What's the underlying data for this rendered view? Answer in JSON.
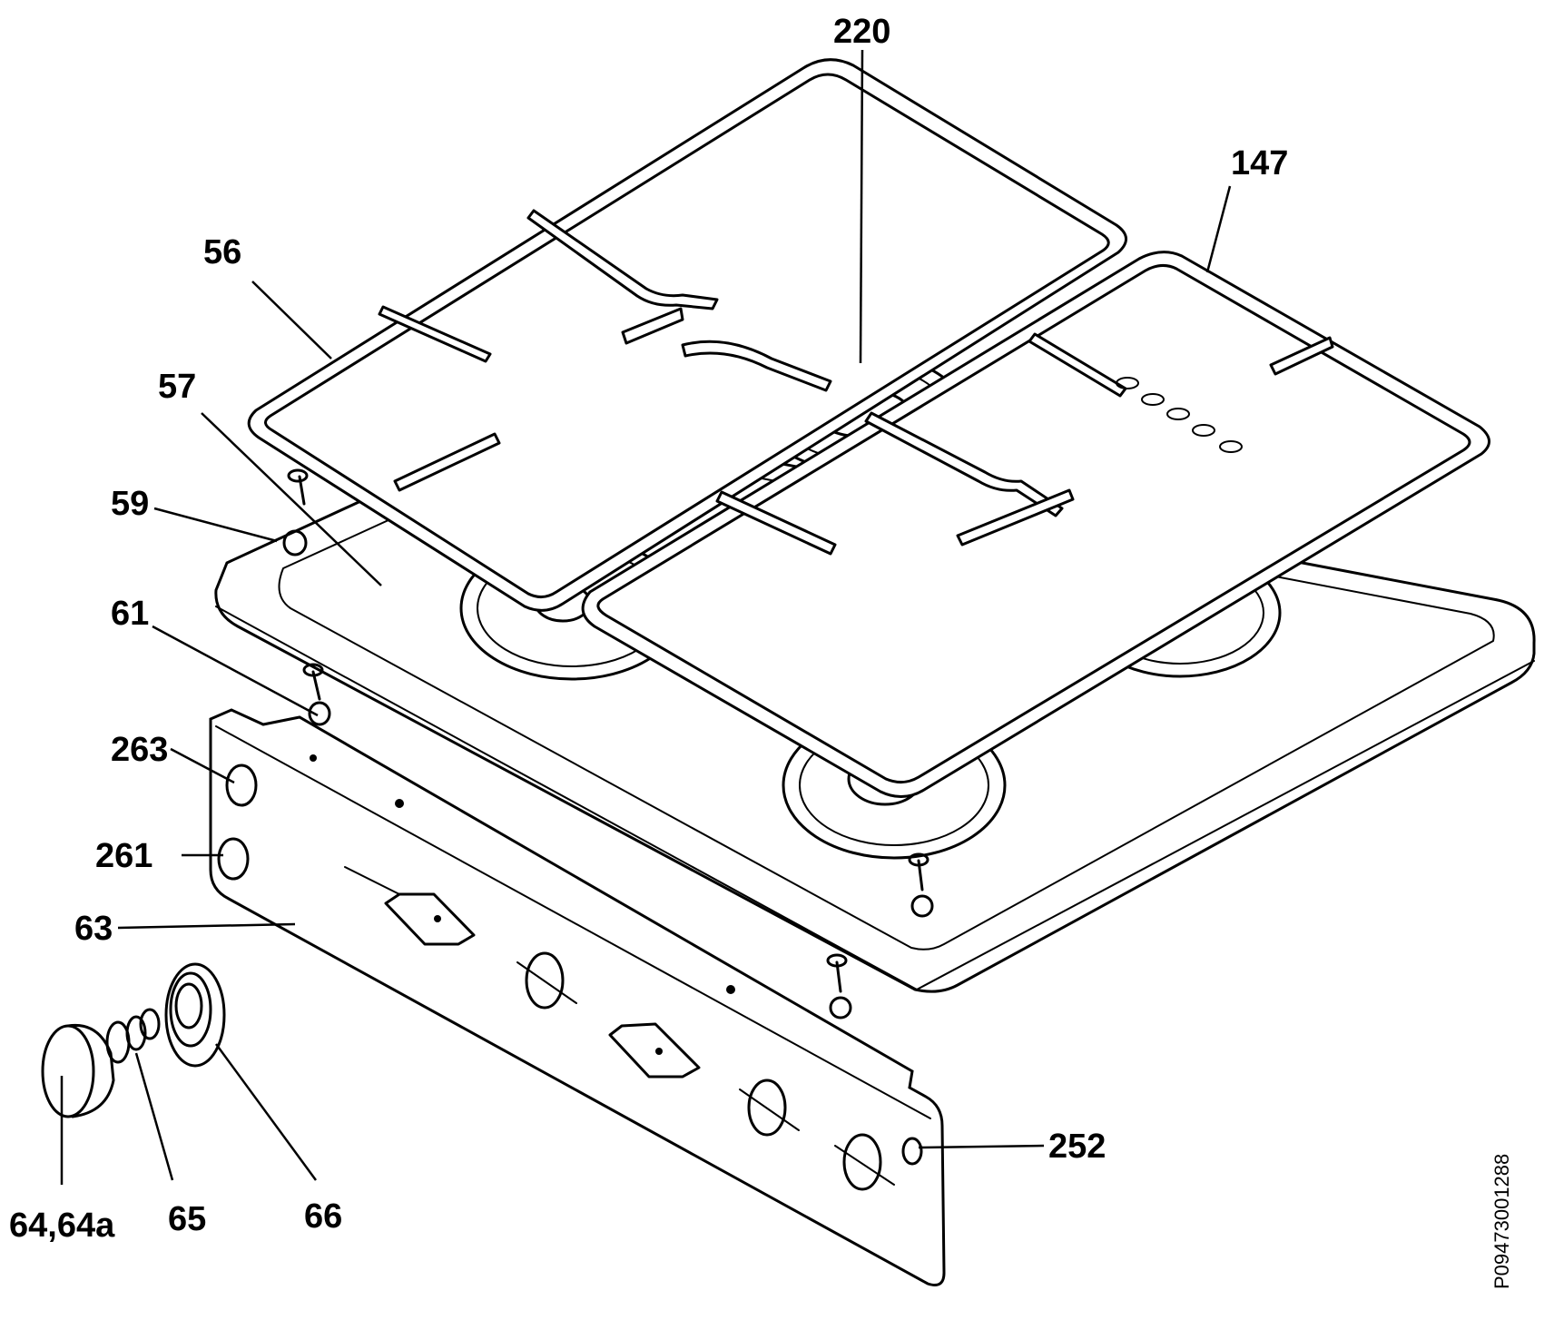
{
  "callouts": {
    "c220": "220",
    "c147": "147",
    "c56": "56",
    "c57": "57",
    "c59": "59",
    "c61": "61",
    "c263": "263",
    "c261": "261",
    "c63": "63",
    "c252": "252",
    "c64": "64,64a",
    "c65": "65",
    "c66": "66"
  },
  "drawing_code": "P09473001288"
}
